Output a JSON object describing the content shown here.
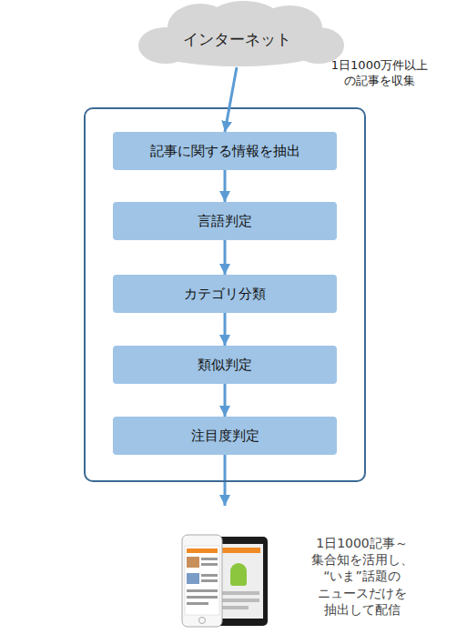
{
  "diagram": {
    "nodes": [
      {
        "text": [
          "インターネット"
        ]
      },
      {
        "text": []
      },
      {
        "text": [
          "記事に関する情報を抽出"
        ],
        "in": 1
      },
      {
        "text": [
          "言語判定"
        ],
        "in": 1
      },
      {
        "text": [
          "カテゴリ分類"
        ],
        "in": 1
      },
      {
        "text": [
          "類似判定"
        ],
        "in": 1
      },
      {
        "text": [
          "注目度判定"
        ],
        "in": 1
      }
    ],
    "edges": [
      {
        "from": 0,
        "to": 2,
        "arrow": "to"
      },
      {
        "from": 2,
        "to": 3,
        "arrow": "to"
      },
      {
        "from": 3,
        "to": 4,
        "arrow": "to"
      },
      {
        "from": 4,
        "to": 5,
        "arrow": "to"
      },
      {
        "from": 5,
        "to": 6,
        "arrow": "to"
      }
    ],
    "labels": [
      "1日1000万件以上 の記事を収集",
      "1日1000記事～ 集合知を活用し、 “いま”話題の ニュースだけを 抽出して配信"
    ]
  }
}
